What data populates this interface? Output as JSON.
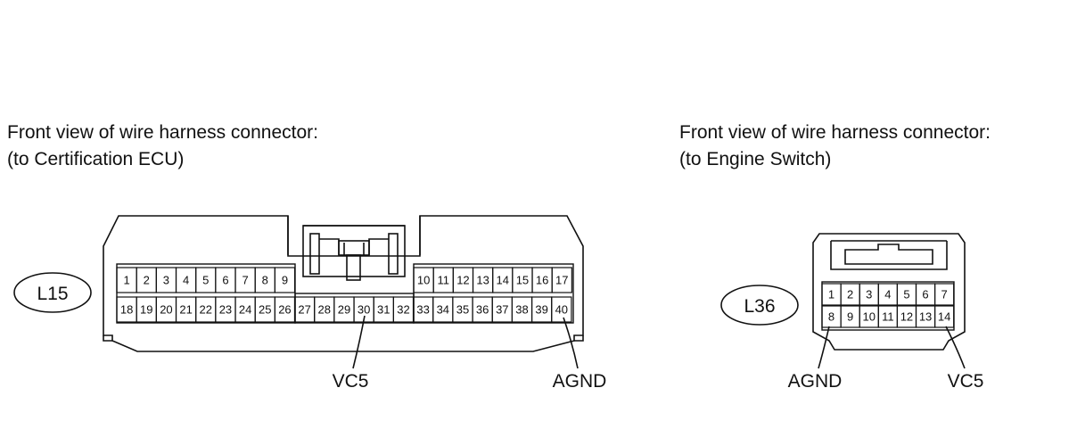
{
  "left_connector": {
    "caption_line1": "Front view of wire harness connector:",
    "caption_line2": "(to Certification ECU)",
    "id_label": "L15",
    "pins_row1": [
      "1",
      "2",
      "3",
      "4",
      "5",
      "6",
      "7",
      "8",
      "9",
      "10",
      "11",
      "12",
      "13",
      "14",
      "15",
      "16",
      "17"
    ],
    "pins_row2": [
      "18",
      "19",
      "20",
      "21",
      "22",
      "23",
      "24",
      "25",
      "26",
      "27",
      "28",
      "29",
      "30",
      "31",
      "32",
      "33",
      "34",
      "35",
      "36",
      "37",
      "38",
      "39",
      "40"
    ],
    "callouts": [
      {
        "label": "VC5",
        "pin": "30"
      },
      {
        "label": "AGND",
        "pin": "40"
      }
    ]
  },
  "right_connector": {
    "caption_line1": "Front view of wire harness connector:",
    "caption_line2": "(to Engine Switch)",
    "id_label": "L36",
    "pins_row1": [
      "1",
      "2",
      "3",
      "4",
      "5",
      "6",
      "7"
    ],
    "pins_row2": [
      "8",
      "9",
      "10",
      "11",
      "12",
      "13",
      "14"
    ],
    "callouts": [
      {
        "label": "AGND",
        "pin": "8"
      },
      {
        "label": "VC5",
        "pin": "14"
      }
    ]
  }
}
